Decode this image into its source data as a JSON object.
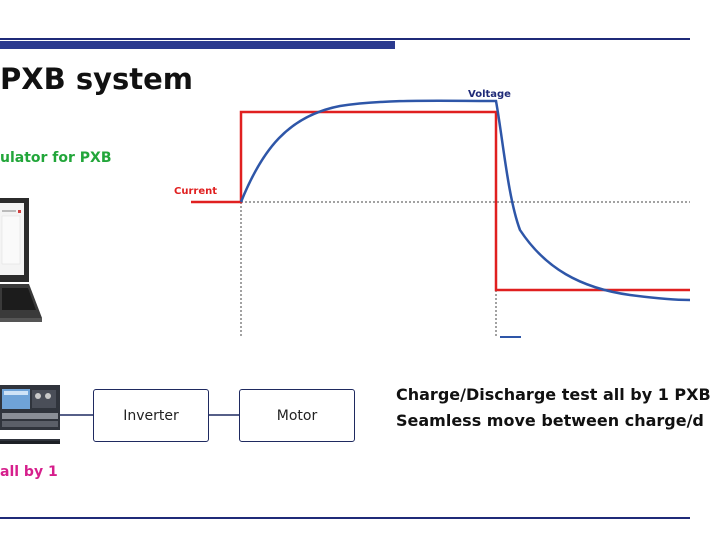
{
  "slide": {
    "title": "PXB system",
    "simulator_label": "ulator for PXB",
    "combined_label": "all by 1"
  },
  "diagram": {
    "blocks": [
      "Inverter",
      "Motor"
    ]
  },
  "waveform": {
    "current_label": "Current",
    "voltage_label": "Voltage"
  },
  "features": [
    "Charge/Discharge test all by 1 PXB",
    "Seamless move between charge/d"
  ],
  "colors": {
    "title_bar": "#1f2a78",
    "current_trace": "#e02020",
    "voltage_trace": "#2e56a8",
    "simulator_text": "#22a63a",
    "combined_text": "#d61f8c"
  }
}
